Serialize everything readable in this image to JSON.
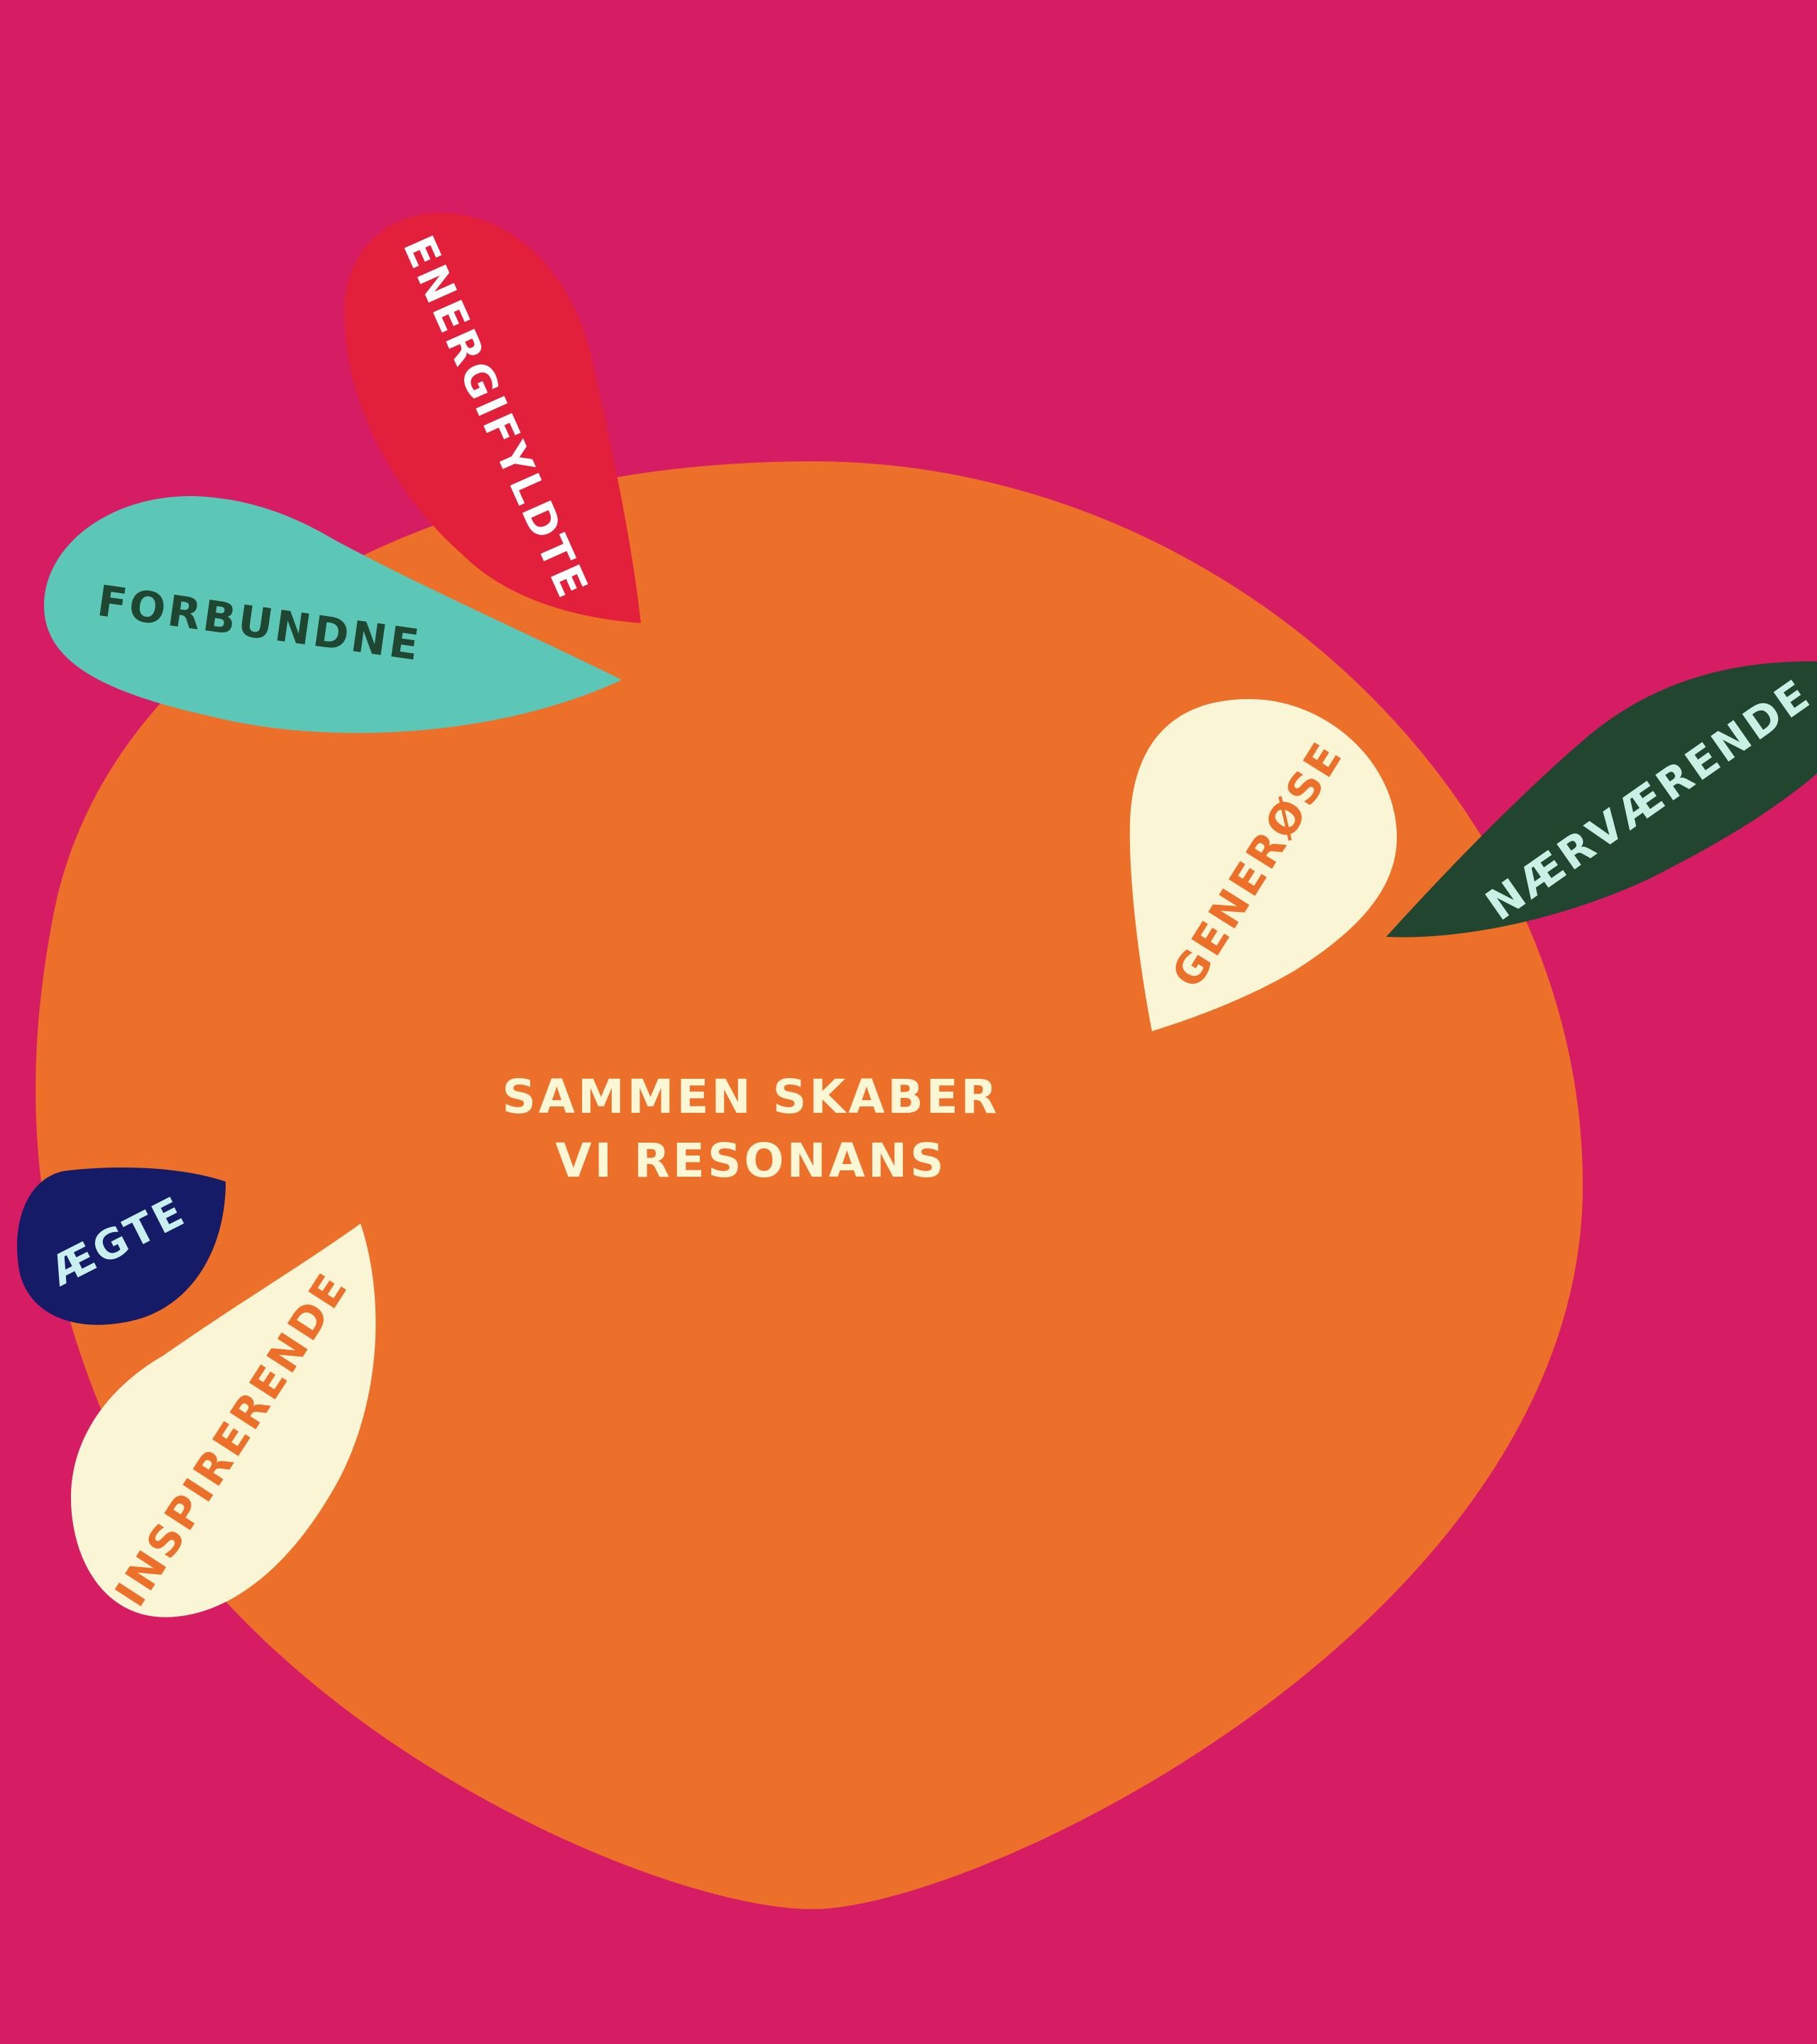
{
  "background_color": "#D61D64",
  "center_blob": {
    "color": "#EC7029",
    "text_color": "#FBF6D4",
    "line1": "SAMMEN SKABER",
    "line2": "VI RESONANS"
  },
  "petals": [
    {
      "key": "energifyldte",
      "label": "ENERGIFYLDTE",
      "fill": "#E3203B",
      "text_color": "#FFFFFF"
    },
    {
      "key": "forbundne",
      "label": "FORBUNDNE",
      "fill": "#5CC6B7",
      "text_color": "#1E4630"
    },
    {
      "key": "generose",
      "label": "GENERØSE",
      "fill": "#FAF5D4",
      "text_color": "#EC7029"
    },
    {
      "key": "naervaerende",
      "label": "NÆRVÆRENDE",
      "fill": "#224530",
      "text_color": "#C8F0E4"
    },
    {
      "key": "aegte",
      "label": "ÆGTE",
      "fill": "#151B66",
      "text_color": "#C8F0F0"
    },
    {
      "key": "inspirerende",
      "label": "INSPIRERENDE",
      "fill": "#FAF5D4",
      "text_color": "#EC7029"
    }
  ]
}
